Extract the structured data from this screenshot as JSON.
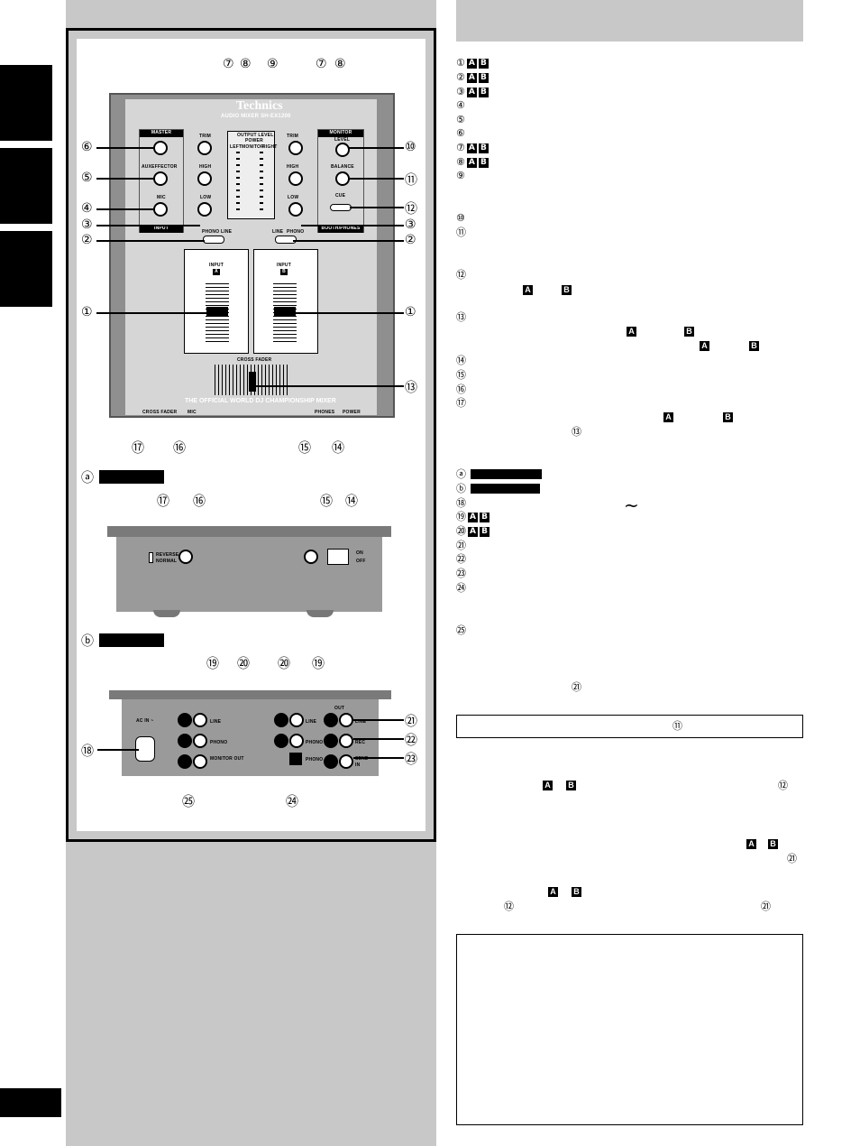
{
  "mixer": {
    "brand": "Technics",
    "model": "AUDIO MIXER SH-EX1200",
    "slogan": "THE OFFICIAL WORLD DJ CHAMPIONSHIP MIXER",
    "section_master": "MASTER",
    "section_input": "INPUT",
    "section_monitor": "MONITOR",
    "section_booth": "BOOTH/PHONES",
    "knob_auxeffector": "AUXEFFECTOR",
    "knob_mic": "MIC",
    "knob_trim": "TRIM",
    "knob_high": "HIGH",
    "knob_low": "LOW",
    "knob_level": "LEVEL",
    "knob_balance": "BALANCE",
    "cue": "CUE",
    "output_level": "OUTPUT LEVEL",
    "power": "POWER",
    "left": "LEFT",
    "monitor": "MONITOR",
    "right": "RIGHT",
    "phono": "PHONO",
    "line": "LINE",
    "input_label": "INPUT",
    "input_a": "A",
    "input_b": "B",
    "cross_fader": "CROSS FADER",
    "front_cross_fader": "CROSS FADER",
    "front_mic": "MIC",
    "front_phones": "PHONES",
    "front_power": "POWER",
    "reverse": "REVERSE",
    "normal": "NORMAL",
    "on": "ON",
    "off": "OFF",
    "ac_in": "AC IN ~",
    "rear_line": "LINE",
    "rear_phono": "PHONO",
    "rear_monitor_out": "MONITOR OUT",
    "rear_out": "OUT",
    "rear_rec": "REC",
    "rear_send": "SEND",
    "rear_in": "IN"
  },
  "callouts_top": [
    "⑦",
    "⑧",
    "⑨",
    "⑦",
    "⑧"
  ],
  "callouts_left": [
    "⑥",
    "⑤",
    "④",
    "③",
    "②",
    "①"
  ],
  "callouts_right": [
    "⑩",
    "⑪",
    "⑫",
    "③",
    "②",
    "①",
    "⑬"
  ],
  "callouts_bottom": [
    "⑰",
    "⑯",
    "⑮",
    "⑭"
  ],
  "section_a_marker": "ⓐ",
  "section_b_marker": "ⓑ",
  "front_callouts": [
    "⑰",
    "⑯",
    "⑮",
    "⑭"
  ],
  "rear_callouts_top": [
    "⑲",
    "⑳",
    "⑳",
    "⑲"
  ],
  "rear_callouts_right": [
    "㉑",
    "㉒",
    "㉓"
  ],
  "rear_callouts_left": [
    "⑱"
  ],
  "rear_callouts_bottom": [
    "㉕",
    "㉔"
  ],
  "list_items": [
    {
      "num": "①",
      "ab": true
    },
    {
      "num": "②",
      "ab": true
    },
    {
      "num": "③",
      "ab": true
    },
    {
      "num": "④",
      "ab": false
    },
    {
      "num": "⑤",
      "ab": false
    },
    {
      "num": "⑥",
      "ab": false
    },
    {
      "num": "⑦",
      "ab": true
    },
    {
      "num": "⑧",
      "ab": true
    },
    {
      "num": "⑨",
      "ab": false
    }
  ],
  "list2": [
    "⑩",
    "⑪"
  ],
  "item12": "⑫",
  "item13": "⑬",
  "list3": [
    "⑭",
    "⑮",
    "⑯",
    "⑰"
  ],
  "ref13": "⑬",
  "item_a": "ⓐ",
  "item_b": "ⓑ",
  "item18": "⑱",
  "tilde": "~",
  "list4": [
    {
      "num": "⑲",
      "ab": true
    },
    {
      "num": "⑳",
      "ab": true
    },
    {
      "num": "㉑",
      "ab": false
    },
    {
      "num": "㉒",
      "ab": false
    },
    {
      "num": "㉓",
      "ab": false
    },
    {
      "num": "㉔",
      "ab": false
    }
  ],
  "item25": "㉕",
  "ref21": "㉑",
  "heading_box_ref": "⑪",
  "ref12": "⑫",
  "ref21b": "㉑",
  "ref12b": "⑫",
  "ref21c": "㉑",
  "letter_a": "A",
  "letter_b": "B"
}
